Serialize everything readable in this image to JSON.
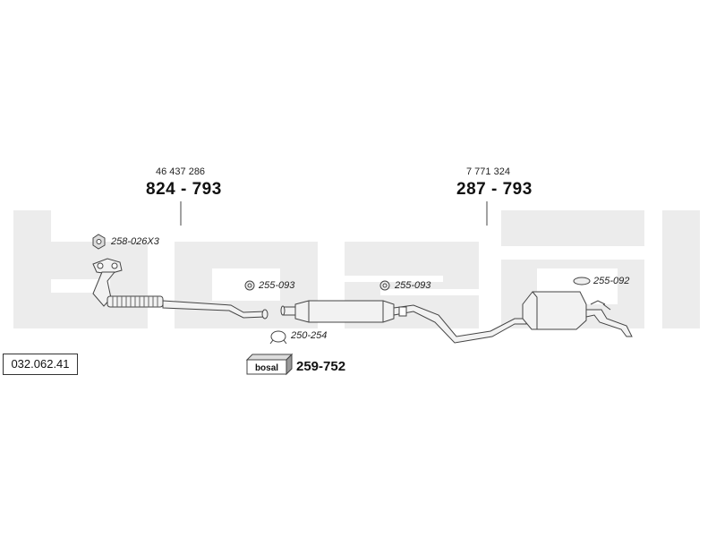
{
  "diagram_id": "032.062.41",
  "watermark": "bosal",
  "assemblies": [
    {
      "oe_number": "46 437 286",
      "part_number": "824 - 793"
    },
    {
      "oe_number": "7 771 324",
      "part_number": "287 - 793"
    }
  ],
  "accessories": {
    "nut": "258-026X3",
    "hanger_front": "255-093",
    "hanger_mid": "255-093",
    "hanger_rear": "255-092",
    "clamp": "250-254"
  },
  "mounting_kit": {
    "logo_text": "bosal",
    "part_number": "259-752"
  },
  "colors": {
    "watermark": "#ececec",
    "line": "#444444",
    "pipe_fill": "#f2f2f2"
  }
}
